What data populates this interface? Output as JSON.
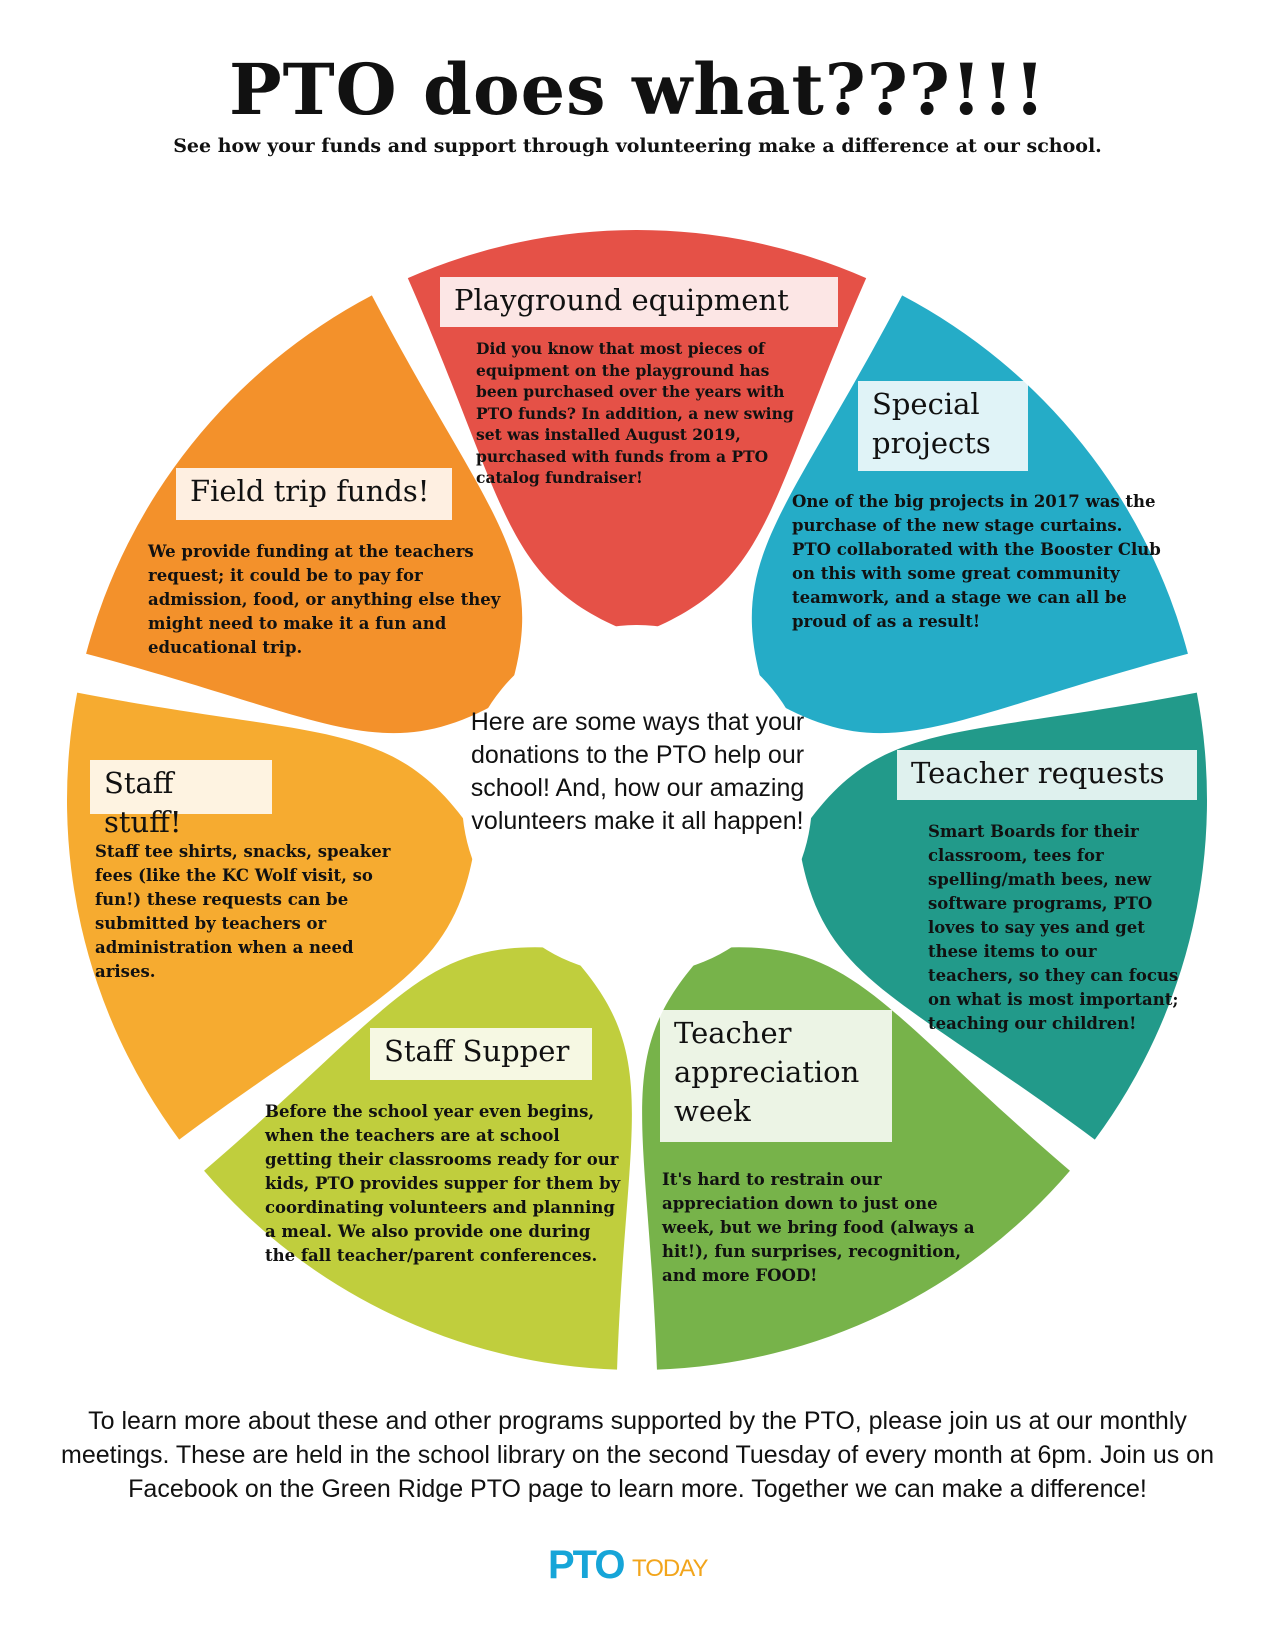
{
  "header": {
    "title": "PTO does what???!!!",
    "subtitle": "See how your funds and support through volunteering make a difference at our school."
  },
  "center_text": "Here are some ways that your donations to the PTO help our school! And, how our amazing volunteers make it all happen!",
  "segments": [
    {
      "label": "Playground equipment",
      "color": "#e3463c",
      "description": "Did you know that most pieces of equipment on the playground has been purchased over the years with PTO funds? In addition, a new swing set was installed August 2019, purchased with funds from a PTO catalog fundraiser!"
    },
    {
      "label": "Special projects",
      "color": "#17a7c4",
      "description": "One of the big projects in 2017 was the purchase of the new stage curtains. PTO collaborated with the Booster Club on this with some great community teamwork, and a stage we can all be proud of as a result!"
    },
    {
      "label": "Teacher requests",
      "color": "#149483",
      "description": "Smart Boards for their classroom, tees for spelling/math bees, new software programs, PTO loves to say yes and get these items to our teachers, so they can focus on what is most important; teaching our children!"
    },
    {
      "label": "Teacher appreciation week",
      "color": "#6fae3f",
      "description": "It's hard to restrain our appreciation down to just one week, but we bring food (always a hit!), fun surprises, recognition, and more FOOD!"
    },
    {
      "label": "Staff Supper",
      "color": "#bccb31",
      "description": "Before the school year even begins, when the teachers are at school getting their classrooms ready for our kids, PTO provides supper for them by coordinating volunteers and planning a meal. We also provide one during the fall teacher/parent conferences."
    },
    {
      "label": "Staff stuff!",
      "color": "#f5a623",
      "description": "Staff tee shirts, snacks, speaker fees (like the KC Wolf visit, so fun!) these requests can be submitted by teachers or administration when a need arises."
    },
    {
      "label": "Field trip funds!",
      "color": "#f28a1e",
      "description": "We provide funding at the teachers request; it could be to pay for admission, food, or anything else they might need to make it a fun and educational trip."
    }
  ],
  "footer": "To learn more about these and other programs supported by the PTO, please join us at our monthly meetings. These are held in the school library on the second Tuesday of every month at 6pm. Join us on Facebook on the Green Ridge PTO page to learn more. Together we can make a difference!",
  "logo": {
    "part1": "PTO",
    "part2": "TODAY",
    "color1": "#16a5d8",
    "color2": "#f2a51c"
  }
}
